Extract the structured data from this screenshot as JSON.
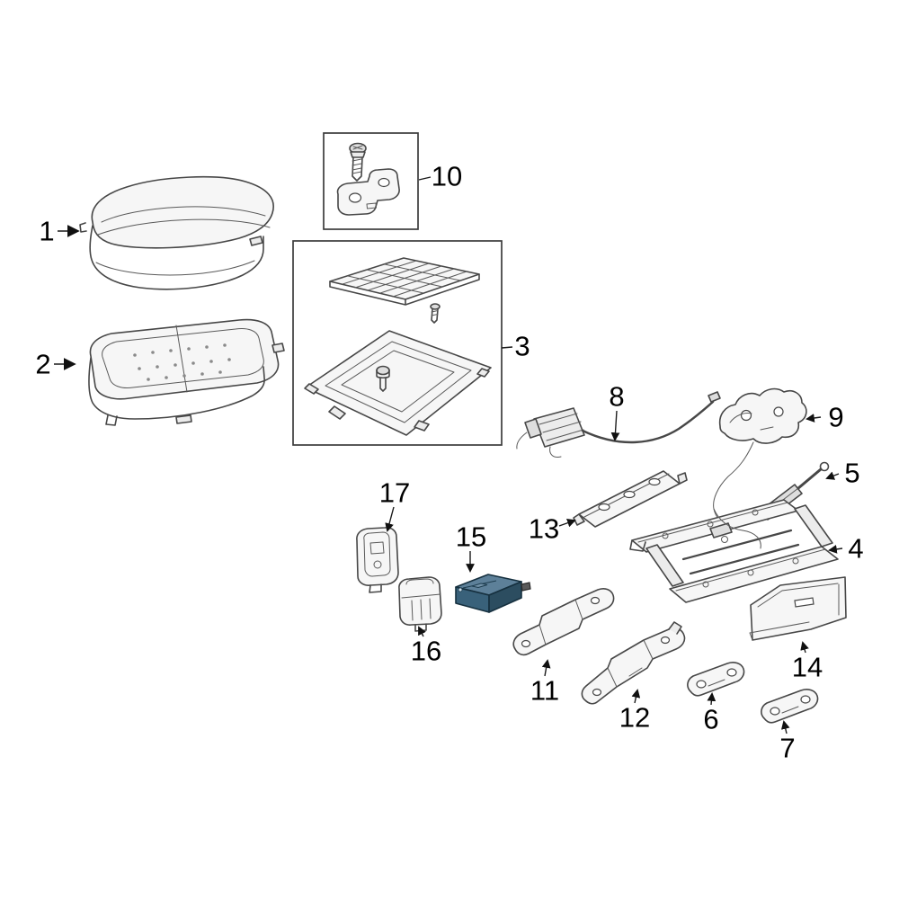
{
  "diagram": {
    "background": "#ffffff",
    "line_color": "#474747",
    "highlight_color": "#39617a",
    "highlighted_part": "15",
    "callouts": [
      {
        "label": "1"
      },
      {
        "label": "2"
      },
      {
        "label": "3"
      },
      {
        "label": "4"
      },
      {
        "label": "5"
      },
      {
        "label": "6"
      },
      {
        "label": "7"
      },
      {
        "label": "8"
      },
      {
        "label": "9"
      },
      {
        "label": "10"
      },
      {
        "label": "11"
      },
      {
        "label": "12"
      },
      {
        "label": "13"
      },
      {
        "label": "14"
      },
      {
        "label": "15"
      },
      {
        "label": "16"
      },
      {
        "label": "17"
      }
    ]
  }
}
